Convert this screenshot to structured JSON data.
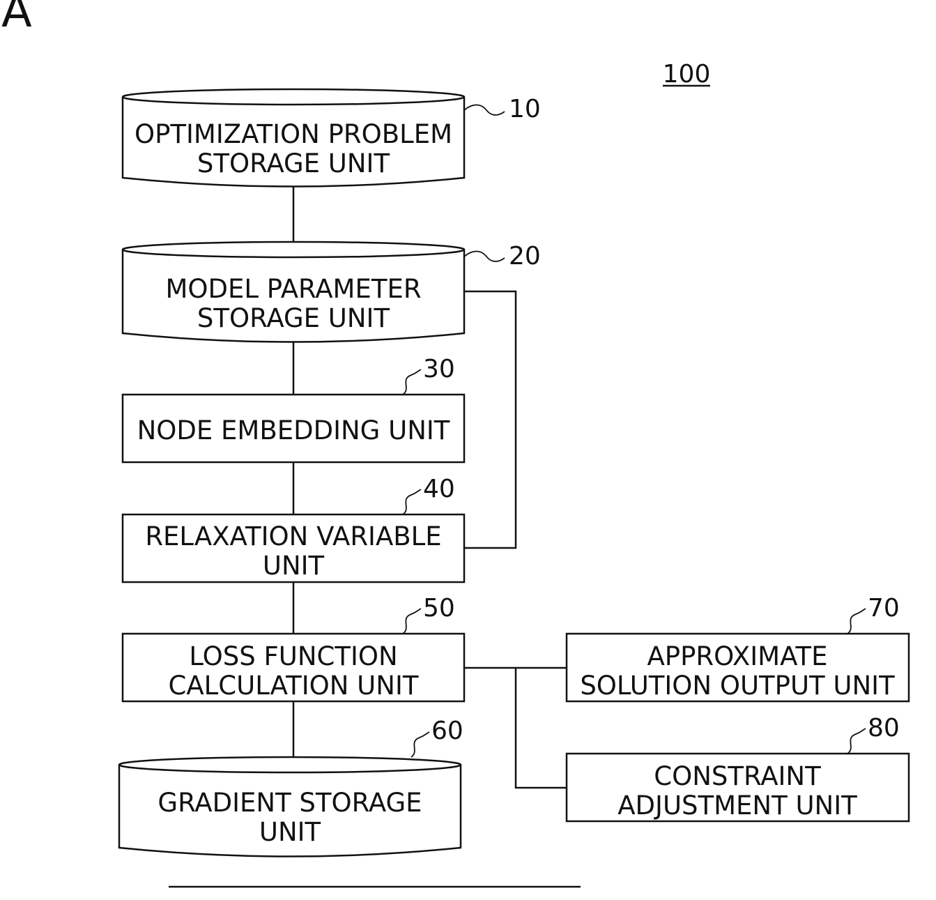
{
  "corner_label": "A",
  "system_ref": "100",
  "units": {
    "opt_storage": {
      "ref": "10",
      "line1": "OPTIMIZATION PROBLEM",
      "line2": "STORAGE UNIT"
    },
    "model_storage": {
      "ref": "20",
      "line1": "MODEL PARAMETER",
      "line2": "STORAGE UNIT"
    },
    "node_embedding": {
      "ref": "30",
      "line1": "NODE EMBEDDING UNIT"
    },
    "relaxation": {
      "ref": "40",
      "line1": "RELAXATION VARIABLE",
      "line2": "UNIT"
    },
    "loss_function": {
      "ref": "50",
      "line1": "LOSS FUNCTION",
      "line2": "CALCULATION UNIT"
    },
    "gradient_storage": {
      "ref": "60",
      "line1": "GRADIENT STORAGE",
      "line2": "UNIT"
    },
    "approx_output": {
      "ref": "70",
      "line1": "APPROXIMATE",
      "line2": "SOLUTION OUTPUT UNIT"
    },
    "constraint_adj": {
      "ref": "80",
      "line1": "CONSTRAINT",
      "line2": "ADJUSTMENT UNIT"
    }
  }
}
